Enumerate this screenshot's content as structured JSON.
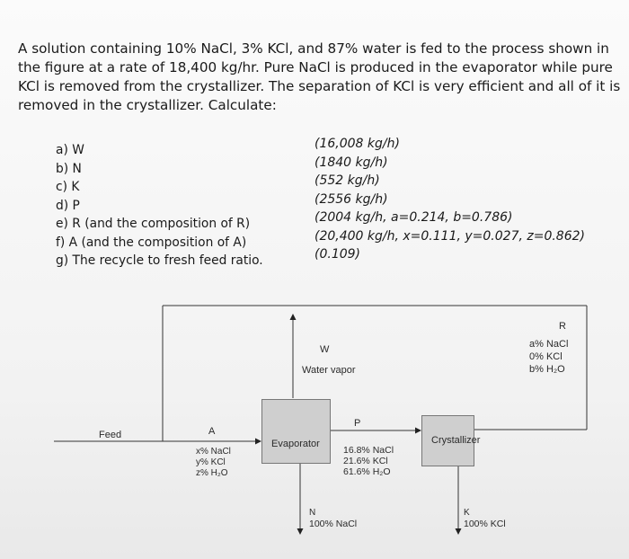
{
  "problem": {
    "lines": [
      "A solution containing 10% NaCl, 3% KCl, and 87% water is fed to the process shown in",
      "the figure at a rate of 18,400 kg/hr.  Pure NaCl is produced in the evaporator while pure",
      "KCl is removed from the crystallizer.  The separation of KCl is very efficient and all of it is",
      "removed in the crystallizer.  Calculate:"
    ]
  },
  "questions": [
    "a)  W",
    "b)  N",
    "c)  K",
    "d)  P",
    "e)  R (and the composition of R)",
    "f)  A (and the composition of A)",
    "g)  The recycle to fresh feed ratio."
  ],
  "answers": [
    "(16,008 kg/h)",
    "(1840 kg/h)",
    "(552 kg/h)",
    "(2556 kg/h)",
    "(2004 kg/h, a=0.214, b=0.786)",
    "(20,400 kg/h, x=0.111, y=0.027, z=0.862)",
    "(0.109)"
  ],
  "diagram": {
    "feed": "Feed",
    "a_label": "A",
    "a_comp": [
      "x% NaCl",
      "y% KCl",
      "z% H₂O"
    ],
    "w_label": "W",
    "water_vapor": "Water vapor",
    "evaporator": "Evaporator",
    "p_label": "P",
    "p_comp": [
      "16.8% NaCl",
      "21.6% KCl",
      "61.6% H₂O"
    ],
    "crystallizer": "Crystallizer",
    "r_label": "R",
    "r_comp": [
      "a% NaCl",
      "0% KCl",
      "b% H₂O"
    ],
    "n_label": "N",
    "n_comp": "100% NaCl",
    "k_label": "K",
    "k_comp": "100% KCl"
  }
}
